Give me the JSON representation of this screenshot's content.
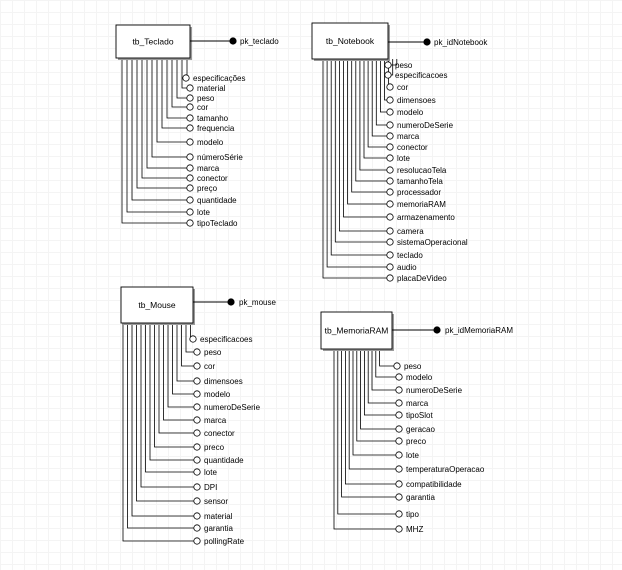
{
  "diagram": {
    "entities": [
      {
        "name": "tb_Teclado",
        "pk": "pk_teclado",
        "attributes": [
          "especificações",
          "material",
          "peso",
          "cor",
          "tamanho",
          "frequencia",
          "modelo",
          "númeroSérie",
          "marca",
          "conector",
          "preço",
          "quantidade",
          "lote",
          "tipoTeclado"
        ]
      },
      {
        "name": "tb_Notebook",
        "pk": "pk_idNotebook",
        "attributes": [
          "peso",
          "especificacoes",
          "cor",
          "dimensoes",
          "modelo",
          "numeroDeSerie",
          "marca",
          "conector",
          "lote",
          "resolucaoTela",
          "tamanhoTela",
          "processador",
          "memoriaRAM",
          "armazenamento",
          "camera",
          "sistemaOperacional",
          "teclado",
          "audio",
          "placaDeVideo"
        ]
      },
      {
        "name": "tb_Mouse",
        "pk": "pk_mouse",
        "attributes": [
          "especificacoes",
          "peso",
          "cor",
          "dimensoes",
          "modelo",
          "numeroDeSerie",
          "marca",
          "conector",
          "preco",
          "quantidade",
          "lote",
          "DPI",
          "sensor",
          "material",
          "garantia",
          "pollingRate"
        ]
      },
      {
        "name": "tb_MemoriaRAM",
        "pk": "pk_idMemoriaRAM",
        "attributes": [
          "peso",
          "modelo",
          "numeroDeSerie",
          "marca",
          "tipoSlot",
          "geracao",
          "preco",
          "lote",
          "temperaturaOperacao",
          "compatibilidade",
          "garantia",
          "tipo",
          "MHZ"
        ]
      }
    ]
  }
}
